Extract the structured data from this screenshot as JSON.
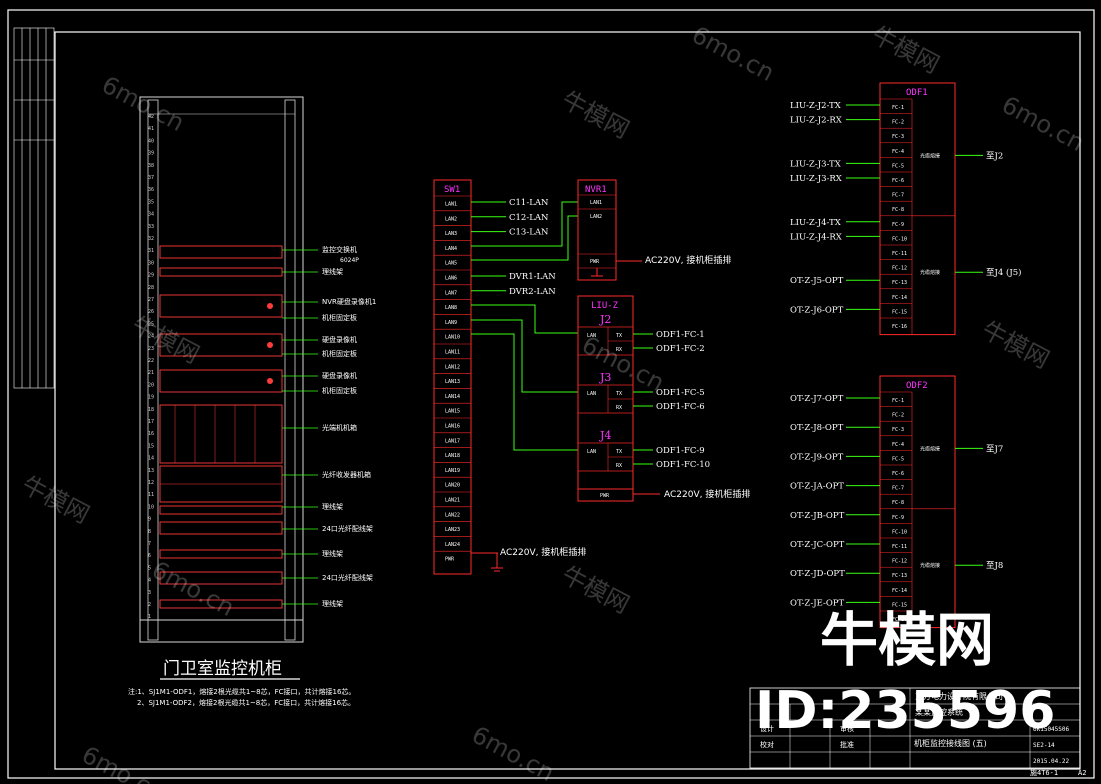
{
  "colors": {
    "frame": "#ffffff",
    "table": "#ff2a2a",
    "wire": "#39ff14",
    "label": "#ffffff",
    "title": "#ff33ff",
    "rack": "#d9d9d9",
    "watermark": "#ffffff",
    "id_badge": "#ffffff"
  },
  "rack": {
    "title": "门卫室监控机柜",
    "u_numbers": [
      "42",
      "41",
      "40",
      "39",
      "38",
      "37",
      "36",
      "35",
      "34",
      "33",
      "32",
      "31",
      "30",
      "29",
      "28",
      "27",
      "26",
      "25",
      "24",
      "23",
      "22",
      "21",
      "20",
      "19",
      "18",
      "17",
      "16",
      "15",
      "14",
      "13",
      "12",
      "11",
      "10",
      "9",
      "8",
      "7",
      "6",
      "5",
      "4",
      "3",
      "2",
      "1"
    ],
    "callouts": [
      {
        "text": "监控交换机",
        "sub": "6024P"
      },
      {
        "text": "理线架"
      },
      {
        "text": "NVR硬盘录像机1"
      },
      {
        "text": "机柜固定板"
      },
      {
        "text": "硬盘录像机"
      },
      {
        "text": "机柜固定板"
      },
      {
        "text": "硬盘录像机"
      },
      {
        "text": "机柜固定板"
      },
      {
        "text": "光端机机箱"
      },
      {
        "text": "光纤收发器机箱"
      },
      {
        "text": "理线架"
      },
      {
        "text": "24口光纤配线架"
      },
      {
        "text": "理线架"
      },
      {
        "text": "24口光纤配线架"
      },
      {
        "text": "理线架"
      }
    ],
    "notes": [
      "注:1、SJ1M1-ODF1，熔接2根光缆共1~8芯，FC接口，共计熔接16芯。",
      "2、SJ1M1-ODF2，熔接2根光缆共1~8芯，FC接口，共计熔接16芯。"
    ]
  },
  "sw1": {
    "title": "SW1",
    "ports": [
      "LAN1",
      "LAN2",
      "LAN3",
      "LAN4",
      "LAN5",
      "LAN6",
      "LAN7",
      "LAN8",
      "LAN9",
      "LAN10",
      "LAN11",
      "LAN12",
      "LAN13",
      "LAN14",
      "LAN15",
      "LAN16",
      "LAN17",
      "LAN18",
      "LAN19",
      "LAN20",
      "LAN21",
      "LAN22",
      "LAN23",
      "LAN24",
      "PWR"
    ],
    "links": [
      "C11-LAN",
      "C12-LAN",
      "C13-LAN",
      "DVR1-LAN",
      "DVR2-LAN"
    ],
    "power": "AC220V, 接机柜插排"
  },
  "nvr1": {
    "title": "NVR1",
    "ports": [
      "LAN1",
      "LAN2",
      "PWR"
    ],
    "power": "AC220V, 接机柜插排"
  },
  "liu": {
    "title": "LIU-Z",
    "groups": [
      {
        "name": "J2",
        "tx": "ODF1-FC-1",
        "rx": "ODF1-FC-2"
      },
      {
        "name": "J3",
        "tx": "ODF1-FC-5",
        "rx": "ODF1-FC-6"
      },
      {
        "name": "J4",
        "tx": "ODF1-FC-9",
        "rx": "ODF1-FC-10"
      }
    ],
    "port_labels": {
      "lan": "LAN",
      "tx": "TX",
      "rx": "RX",
      "pwr": "PWR"
    },
    "power": "AC220V, 接机柜插排"
  },
  "odf1": {
    "title": "ODF1",
    "ports": [
      "FC-1",
      "FC-2",
      "FC-3",
      "FC-4",
      "FC-5",
      "FC-6",
      "FC-7",
      "FC-8",
      "FC-9",
      "FC-10",
      "FC-11",
      "FC-12",
      "FC-13",
      "FC-14",
      "FC-15",
      "FC-16"
    ],
    "inputs": [
      "LIU-Z-J2-TX",
      "LIU-Z-J2-RX",
      "LIU-Z-J3-TX",
      "LIU-Z-J3-RX",
      "LIU-Z-J4-TX",
      "LIU-Z-J4-RX",
      "OT-Z-J5-OPT",
      "OT-Z-J6-OPT"
    ],
    "splice_label": "光缆熔接",
    "destinations": [
      "至J2",
      "至J4 (J5)"
    ]
  },
  "odf2": {
    "title": "ODF2",
    "ports": [
      "FC-1",
      "FC-2",
      "FC-3",
      "FC-4",
      "FC-5",
      "FC-6",
      "FC-7",
      "FC-8",
      "FC-9",
      "FC-10",
      "FC-11",
      "FC-12",
      "FC-13",
      "FC-14",
      "FC-15",
      "FC-16"
    ],
    "inputs": [
      "OT-Z-J7-OPT",
      "OT-Z-J8-OPT",
      "OT-Z-J9-OPT",
      "OT-Z-JA-OPT",
      "OT-Z-JB-OPT",
      "OT-Z-JC-OPT",
      "OT-Z-JD-OPT",
      "OT-Z-JE-OPT"
    ],
    "splice_label": "光缆熔接",
    "destinations": [
      "至J7",
      "至J8"
    ]
  },
  "title_block": {
    "company": "东方电力设计院有限公司",
    "project": "某某监控系统",
    "drawing_name": "机柜监控接线图 (五)",
    "drawing_no": "6K15045S06",
    "sheet": "SE2-14",
    "date": "2015.04.22",
    "roles": [
      "设计",
      "校对",
      "审核",
      "批准"
    ],
    "scale_label": "A2",
    "frame_code": "施4T6-1"
  },
  "watermark": {
    "site": "6mo.cn",
    "brand": "牛模网",
    "id": "ID:235596"
  }
}
